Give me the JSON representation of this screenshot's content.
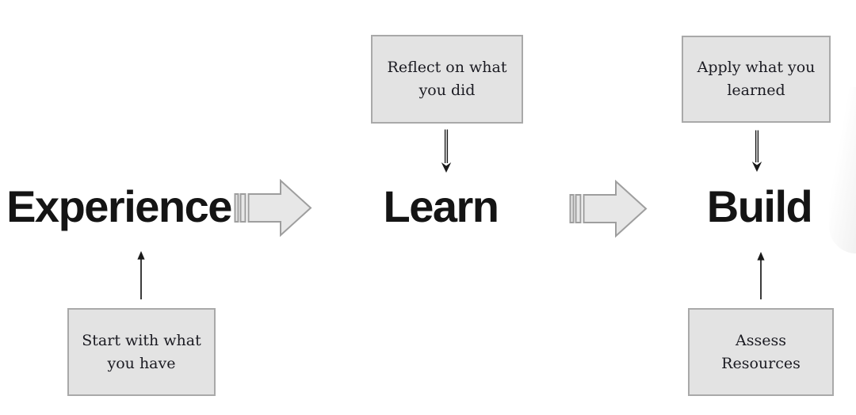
{
  "stages": [
    {
      "label": "Experience"
    },
    {
      "label": "Learn"
    },
    {
      "label": "Build"
    }
  ],
  "boxes": {
    "reflect": {
      "line1": "Reflect on what",
      "line2": "you did"
    },
    "apply": {
      "line1": "Apply what you",
      "line2": "learned"
    },
    "start": {
      "line1": "Start with what",
      "line2": "you have"
    },
    "assess": {
      "line1": "Assess",
      "line2": "Resources"
    }
  },
  "icons": {
    "flow_arrow": "striped-right-arrow-icon",
    "down_arrow": "arrow-down-icon",
    "up_arrow": "arrow-up-icon"
  },
  "colors": {
    "background": "#ffffff",
    "box_fill": "#e3e3e3",
    "box_border": "#a9a9a9",
    "arrow_fill": "#e7e7e7",
    "arrow_border": "#9e9e9e",
    "stage_text": "#141414",
    "box_text": "#1b1b22",
    "connector": "#1a1a1a"
  }
}
